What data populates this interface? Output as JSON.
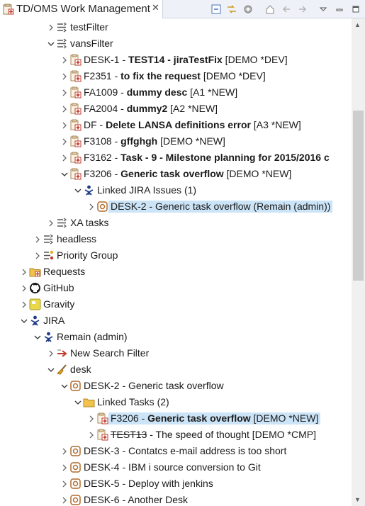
{
  "view": {
    "title": "TD/OMS Work Management",
    "close_glyph": "✕"
  },
  "toolbar": [
    {
      "name": "collapse-all-icon"
    },
    {
      "name": "link-editor-icon"
    },
    {
      "name": "settings-icon"
    },
    {
      "name": "home-icon"
    },
    {
      "name": "back-icon"
    },
    {
      "name": "forward-icon"
    },
    {
      "name": "view-menu-icon"
    },
    {
      "name": "minimize-icon"
    },
    {
      "name": "maximize-icon"
    }
  ],
  "tree": [
    {
      "level": 3,
      "arrow": "right",
      "icon": "filter",
      "name": "testFilter",
      "segs": [
        {
          "t": "testFilter"
        }
      ]
    },
    {
      "level": 3,
      "arrow": "down",
      "icon": "filter",
      "name": "vansFilter",
      "segs": [
        {
          "t": "vansFilter"
        }
      ]
    },
    {
      "level": 4,
      "arrow": "right",
      "icon": "task",
      "name": "DESK-1",
      "segs": [
        {
          "t": "DESK-1 - "
        },
        {
          "t": "TEST14 - jiraTestFix",
          "b": true
        },
        {
          "t": " [DEMO *DEV]"
        }
      ]
    },
    {
      "level": 4,
      "arrow": "right",
      "icon": "task",
      "name": "F2351",
      "segs": [
        {
          "t": "F2351 - "
        },
        {
          "t": "to fix the request",
          "b": true
        },
        {
          "t": " [DEMO *DEV]"
        }
      ]
    },
    {
      "level": 4,
      "arrow": "right",
      "icon": "task",
      "name": "FA1009",
      "segs": [
        {
          "t": "FA1009 - "
        },
        {
          "t": "dummy desc",
          "b": true
        },
        {
          "t": " [A1 *NEW]"
        }
      ]
    },
    {
      "level": 4,
      "arrow": "right",
      "icon": "task",
      "name": "FA2004",
      "segs": [
        {
          "t": "FA2004 - "
        },
        {
          "t": "dummy2",
          "b": true
        },
        {
          "t": " [A2 *NEW]"
        }
      ]
    },
    {
      "level": 4,
      "arrow": "right",
      "icon": "task",
      "name": "DF",
      "segs": [
        {
          "t": "DF - "
        },
        {
          "t": "Delete LANSA definitions error",
          "b": true
        },
        {
          "t": " [A3 *NEW]"
        }
      ]
    },
    {
      "level": 4,
      "arrow": "right",
      "icon": "task",
      "name": "F3108",
      "segs": [
        {
          "t": "F3108 - "
        },
        {
          "t": "gffghgh",
          "b": true
        },
        {
          "t": " [DEMO *NEW]"
        }
      ]
    },
    {
      "level": 4,
      "arrow": "right",
      "icon": "task",
      "name": "F3162",
      "segs": [
        {
          "t": "F3162 - "
        },
        {
          "t": "Task - 9 - Milestone planning for 2015/2016 c",
          "b": true
        }
      ]
    },
    {
      "level": 4,
      "arrow": "down",
      "icon": "task",
      "name": "F3206",
      "segs": [
        {
          "t": "F3206 - "
        },
        {
          "t": "Generic task overflow",
          "b": true
        },
        {
          "t": " [DEMO *NEW]"
        }
      ]
    },
    {
      "level": 5,
      "arrow": "down",
      "icon": "jira",
      "name": "linked-jira-issues",
      "segs": [
        {
          "t": "Linked JIRA Issues (1)"
        }
      ]
    },
    {
      "level": 6,
      "arrow": "right",
      "icon": "issue",
      "name": "DESK-2-linked",
      "selected": true,
      "segs": [
        {
          "t": "DESK-2 - Generic task overflow (Remain (admin))"
        }
      ]
    },
    {
      "level": 3,
      "arrow": "right",
      "icon": "filter",
      "name": "XA-tasks",
      "segs": [
        {
          "t": "XA tasks"
        }
      ]
    },
    {
      "level": 2,
      "arrow": "right",
      "icon": "filter",
      "name": "headless",
      "segs": [
        {
          "t": "headless"
        }
      ]
    },
    {
      "level": 2,
      "arrow": "right",
      "icon": "priority",
      "name": "priority-group",
      "segs": [
        {
          "t": "Priority Group"
        }
      ]
    },
    {
      "level": 1,
      "arrow": "right",
      "icon": "requests",
      "name": "requests",
      "segs": [
        {
          "t": "Requests"
        }
      ]
    },
    {
      "level": 1,
      "arrow": "right",
      "icon": "github",
      "name": "github",
      "segs": [
        {
          "t": "GitHub"
        }
      ]
    },
    {
      "level": 1,
      "arrow": "right",
      "icon": "gravity",
      "name": "gravity",
      "segs": [
        {
          "t": "Gravity"
        }
      ]
    },
    {
      "level": 1,
      "arrow": "down",
      "icon": "jira",
      "name": "jira",
      "segs": [
        {
          "t": "JIRA"
        }
      ]
    },
    {
      "level": 2,
      "arrow": "down",
      "icon": "jira",
      "name": "remain-admin",
      "segs": [
        {
          "t": "Remain (admin)"
        }
      ]
    },
    {
      "level": 3,
      "arrow": "right",
      "icon": "newfilter",
      "name": "new-search-filter",
      "segs": [
        {
          "t": "New Search Filter"
        }
      ]
    },
    {
      "level": 3,
      "arrow": "down",
      "icon": "broom",
      "name": "desk",
      "segs": [
        {
          "t": "desk"
        }
      ]
    },
    {
      "level": 4,
      "arrow": "down",
      "icon": "issue",
      "name": "DESK-2",
      "segs": [
        {
          "t": "DESK-2 - Generic task overflow"
        }
      ]
    },
    {
      "level": 5,
      "arrow": "down",
      "icon": "folder",
      "name": "linked-tasks",
      "segs": [
        {
          "t": "Linked Tasks (2)"
        }
      ]
    },
    {
      "level": 6,
      "arrow": "right",
      "icon": "task",
      "name": "F3206-linked",
      "selected": true,
      "segs": [
        {
          "t": "F3206 - "
        },
        {
          "t": "Generic task overflow",
          "b": true
        },
        {
          "t": " [DEMO *NEW]"
        }
      ]
    },
    {
      "level": 6,
      "arrow": "right",
      "icon": "task",
      "name": "TEST13",
      "segs": [
        {
          "t": "TEST13",
          "s": true
        },
        {
          "t": " - The speed of thought [DEMO *CMP]"
        }
      ]
    },
    {
      "level": 4,
      "arrow": "right",
      "icon": "issue",
      "name": "DESK-3",
      "segs": [
        {
          "t": "DESK-3 - Contatcs e-mail address is too short"
        }
      ]
    },
    {
      "level": 4,
      "arrow": "right",
      "icon": "issue",
      "name": "DESK-4",
      "segs": [
        {
          "t": "DESK-4 - IBM i source conversion to Git"
        }
      ]
    },
    {
      "level": 4,
      "arrow": "right",
      "icon": "issue",
      "name": "DESK-5",
      "segs": [
        {
          "t": "DESK-5 - Deploy with jenkins"
        }
      ]
    },
    {
      "level": 4,
      "arrow": "right",
      "icon": "issue",
      "name": "DESK-6",
      "segs": [
        {
          "t": "DESK-6 - Another Desk"
        }
      ]
    }
  ],
  "colors": {
    "selection": "#cce4f7",
    "task_red": "#c0392b",
    "jira_blue": "#1f3c88",
    "issue_orange": "#b06a2c"
  }
}
